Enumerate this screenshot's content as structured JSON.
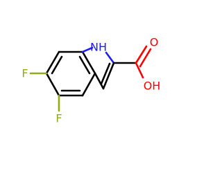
{
  "atoms": {
    "nh": {
      "label": "NH",
      "color": "#1c1cff"
    },
    "oh": {
      "label": "OH",
      "color": "#ff0000"
    },
    "o": {
      "label": "O",
      "color": "#ff0000"
    },
    "f_upper": {
      "label": "F",
      "color": "#8fad15"
    },
    "f_lower": {
      "label": "F",
      "color": "#8fad15"
    }
  },
  "bond_color": "#000000"
}
